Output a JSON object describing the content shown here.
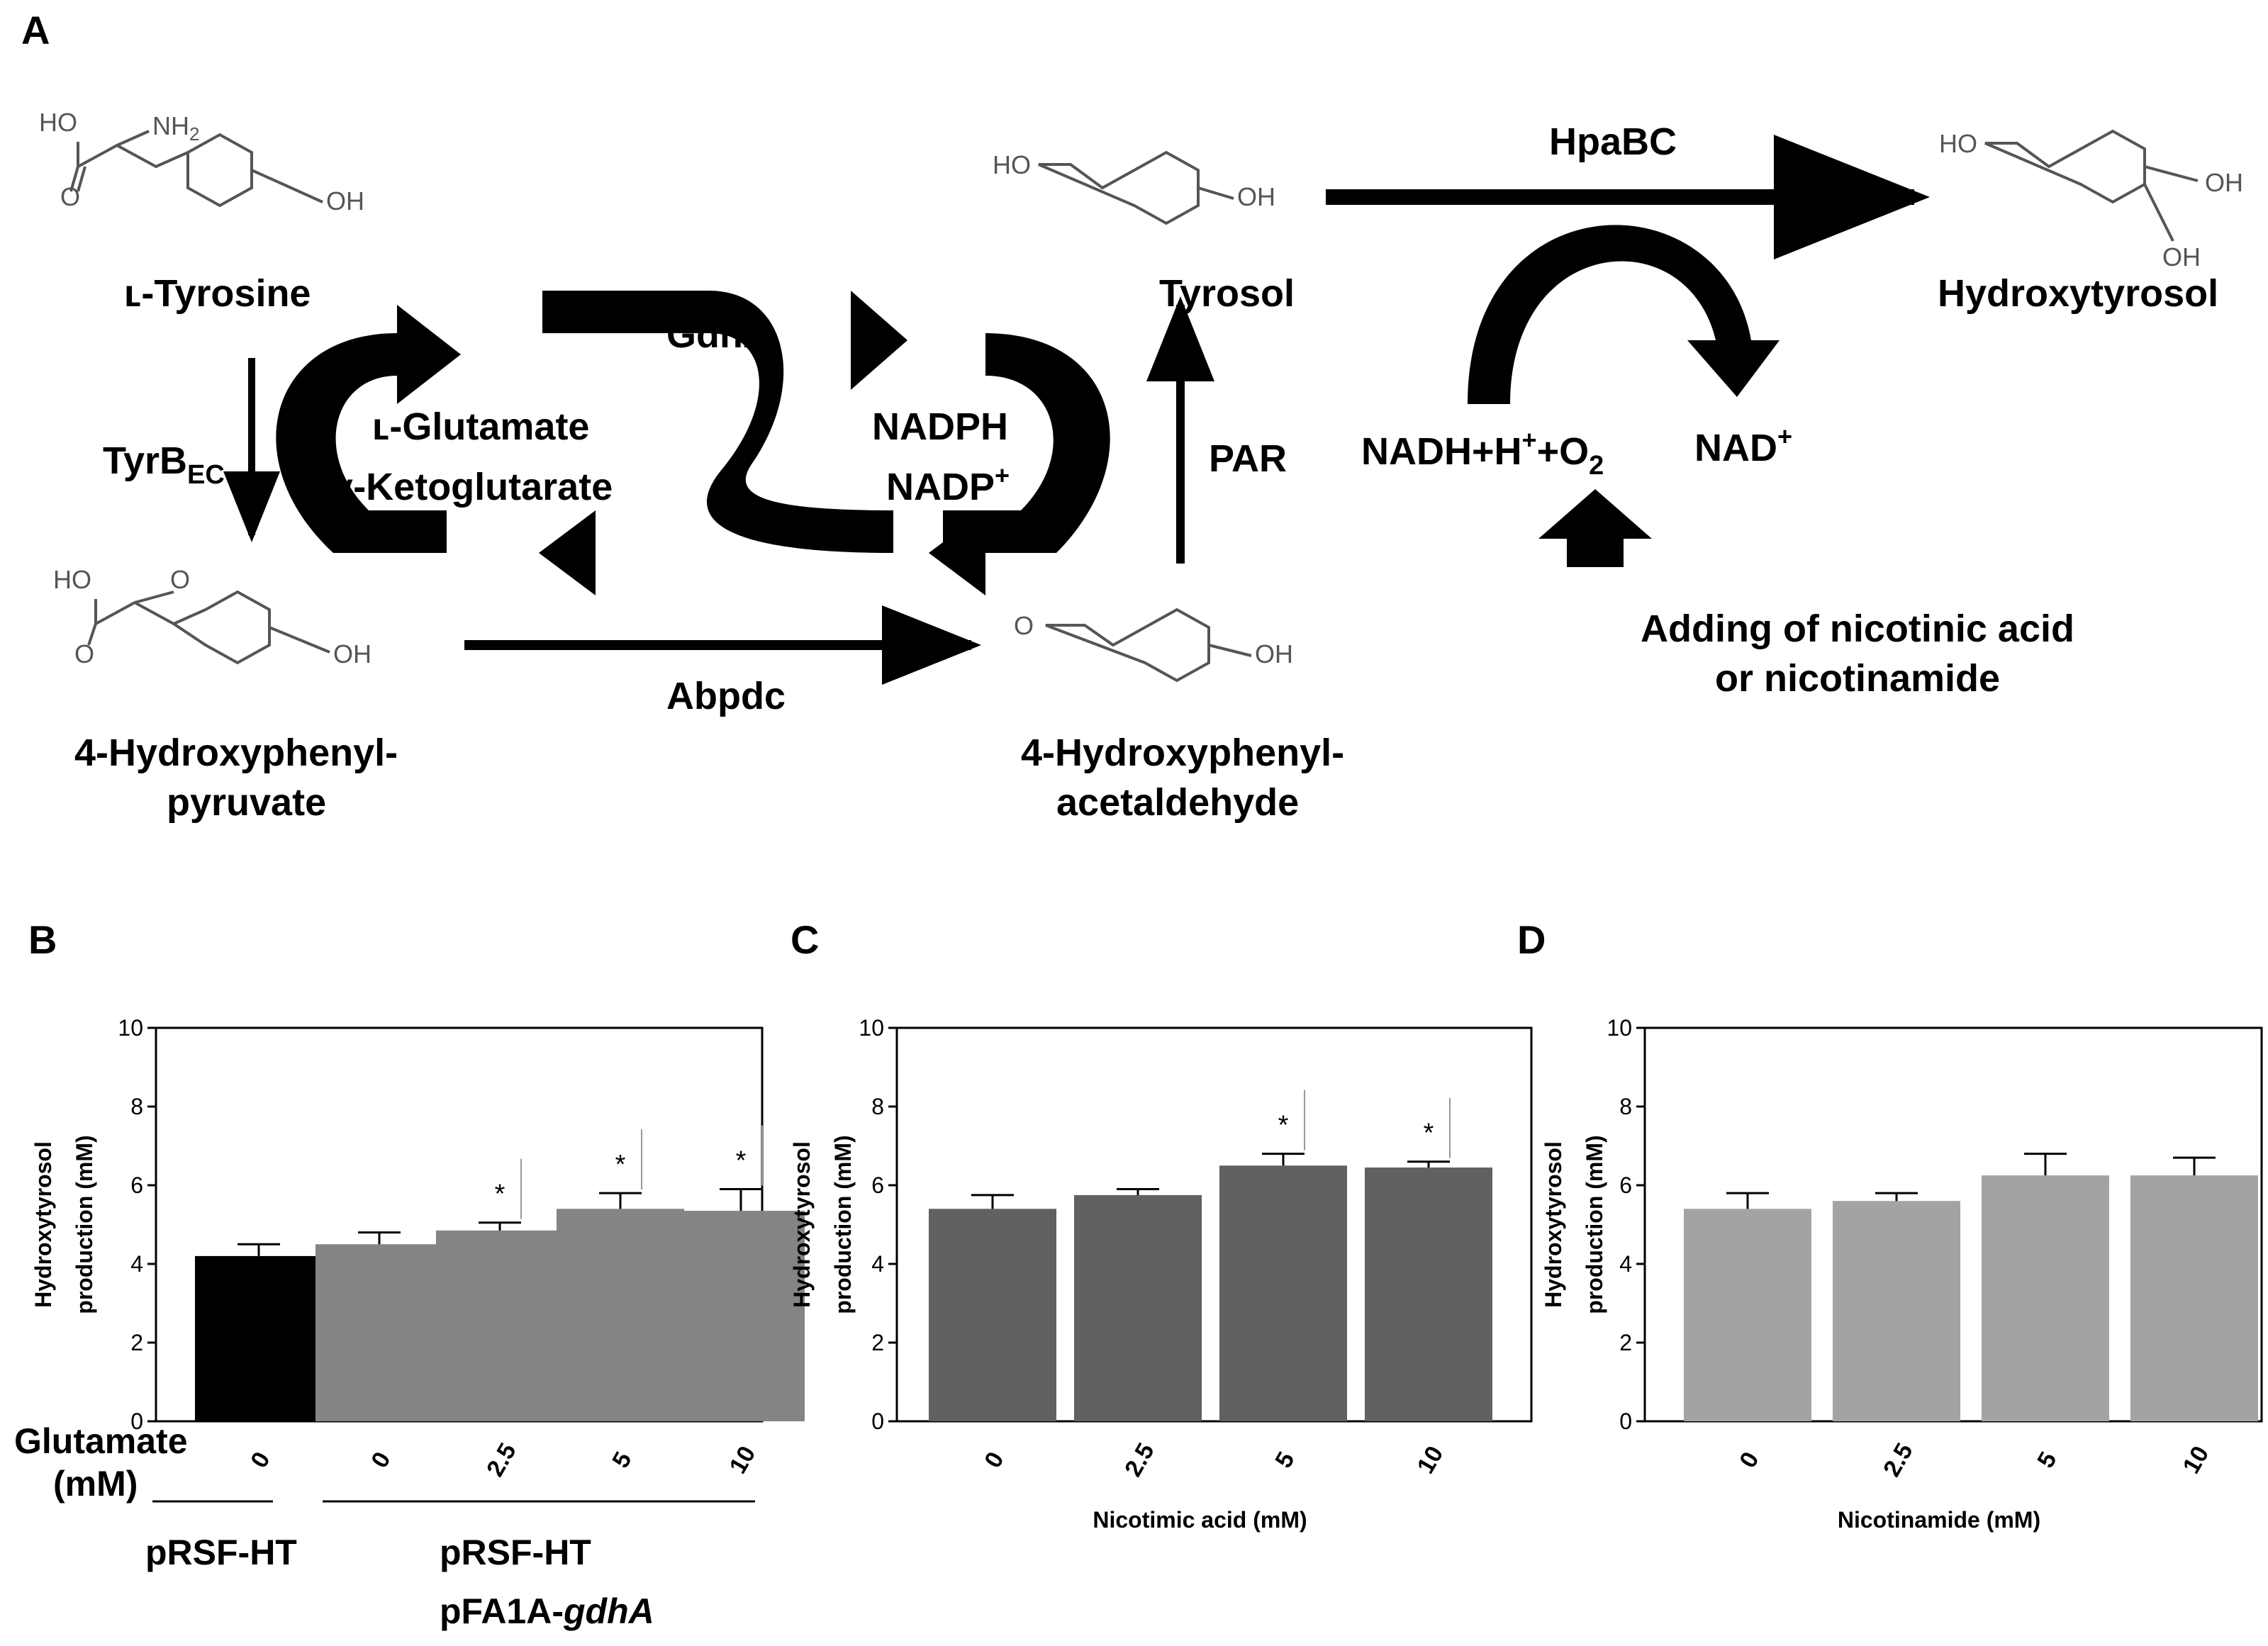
{
  "panel_labels": {
    "a": "A",
    "b": "B",
    "c": "C",
    "d": "D"
  },
  "pathway": {
    "compounds": {
      "l_tyrosine": "ʟ-Tyrosine",
      "hpp_line1": "4-Hydroxyphenyl-",
      "hpp_line2": "pyruvate",
      "hpaa_line1": "4-Hydroxyphenyl-",
      "hpaa_line2": "acetaldehyde",
      "tyrosol": "Tyrosol",
      "hydroxytyrosol": "Hydroxytyrosol"
    },
    "enzymes": {
      "tyrb": "TyrB",
      "tyrb_sub": "EC",
      "gdha": "GdhA",
      "abpdc": "Abpdc",
      "par": "PAR",
      "hpabc": "HpaBC"
    },
    "cofactors": {
      "l_glutamate": "ʟ-Glutamate",
      "a_ketoglutarate": "α-Ketoglutarate",
      "nadph": "NADPH",
      "nadp_base": "NADP",
      "nadp_sup": "+",
      "nadh_a": "NADH+H",
      "nadh_b": "+",
      "nadh_c": "+O",
      "nadh_d": "2",
      "nad_base": "NAD",
      "nad_sup": "+"
    },
    "note_line1": "Adding of nicotinic acid",
    "note_line2": "or nicotinamide",
    "structure_labels": {
      "ho": "HO",
      "nh2": "NH",
      "nh2_sub": "2",
      "oh": "OH",
      "o": "O"
    }
  },
  "chart_data": [
    {
      "type": "bar",
      "panel": "B",
      "ylabel_line1": "Hydroxytyrosol",
      "ylabel_line2": "production (mM)",
      "ylim": [
        0,
        10
      ],
      "yticks": [
        "0",
        "2",
        "4",
        "6",
        "8",
        "10"
      ],
      "x_title_line1": "Glutamate",
      "x_title_line2": "(mM)",
      "categories": [
        "0",
        "0",
        "2.5",
        "5",
        "10"
      ],
      "values": [
        4.2,
        4.5,
        4.85,
        5.4,
        5.35
      ],
      "errors": [
        0.3,
        0.3,
        0.2,
        0.4,
        0.55
      ],
      "significant": [
        false,
        false,
        true,
        true,
        true
      ],
      "significance_mark": "*",
      "colors": [
        "#000000",
        "#848484",
        "#848484",
        "#848484",
        "#848484"
      ],
      "groups": [
        {
          "line1": "pRSF-HT",
          "line2": "",
          "line2_italic": ""
        },
        {
          "line1": "pRSF-HT",
          "line2": "pFA1A-",
          "line2_italic": "gdhA"
        }
      ]
    },
    {
      "type": "bar",
      "panel": "C",
      "ylabel_line1": "Hydroxytyrosol",
      "ylabel_line2": "production (mM)",
      "ylim": [
        0,
        10
      ],
      "yticks": [
        "0",
        "2",
        "4",
        "6",
        "8",
        "10"
      ],
      "xlabel": "Nicotimic acid (mM)",
      "categories": [
        "0",
        "2.5",
        "5",
        "10"
      ],
      "values": [
        5.4,
        5.75,
        6.5,
        6.45
      ],
      "errors": [
        0.35,
        0.15,
        0.3,
        0.15
      ],
      "significant": [
        false,
        false,
        true,
        true
      ],
      "significance_mark": "*",
      "color": "#616161"
    },
    {
      "type": "bar",
      "panel": "D",
      "ylabel_line1": "Hydroxytyrosol",
      "ylabel_line2": "production (mM)",
      "ylim": [
        0,
        10
      ],
      "yticks": [
        "0",
        "2",
        "4",
        "6",
        "8",
        "10"
      ],
      "xlabel": "Nicotinamide (mM)",
      "categories": [
        "0",
        "2.5",
        "5",
        "10"
      ],
      "values": [
        5.4,
        5.6,
        6.25,
        6.25
      ],
      "errors": [
        0.4,
        0.2,
        0.55,
        0.45
      ],
      "significant": [
        false,
        false,
        false,
        false
      ],
      "color": "#a3a3a6"
    }
  ]
}
